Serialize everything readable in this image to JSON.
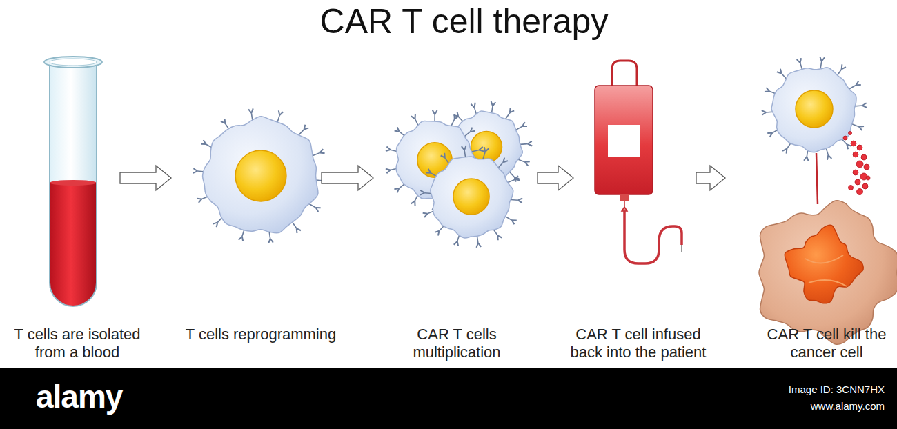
{
  "diagram": {
    "title": "CAR T cell therapy",
    "nodes": [
      {
        "text": [
          "T cells are isolated from a blood"
        ]
      },
      {
        "text": [
          "T cells reprogramming"
        ]
      },
      {
        "text": [
          "CAR T cells multiplication"
        ]
      },
      {
        "text": [
          "CAR T cell infused back into the patient"
        ]
      },
      {
        "text": [
          "CAR T cell kill the cancer cell"
        ]
      }
    ],
    "edges": [
      {
        "from": 0,
        "to": 1,
        "arrow": "to"
      },
      {
        "from": 1,
        "to": 2,
        "arrow": "to"
      },
      {
        "from": 2,
        "to": 3,
        "arrow": "to"
      },
      {
        "from": 3,
        "to": 4,
        "arrow": "to"
      }
    ],
    "labels": [
      "alamy",
      "Image ID: 3CNN7HX",
      "www.alamy.com"
    ]
  }
}
